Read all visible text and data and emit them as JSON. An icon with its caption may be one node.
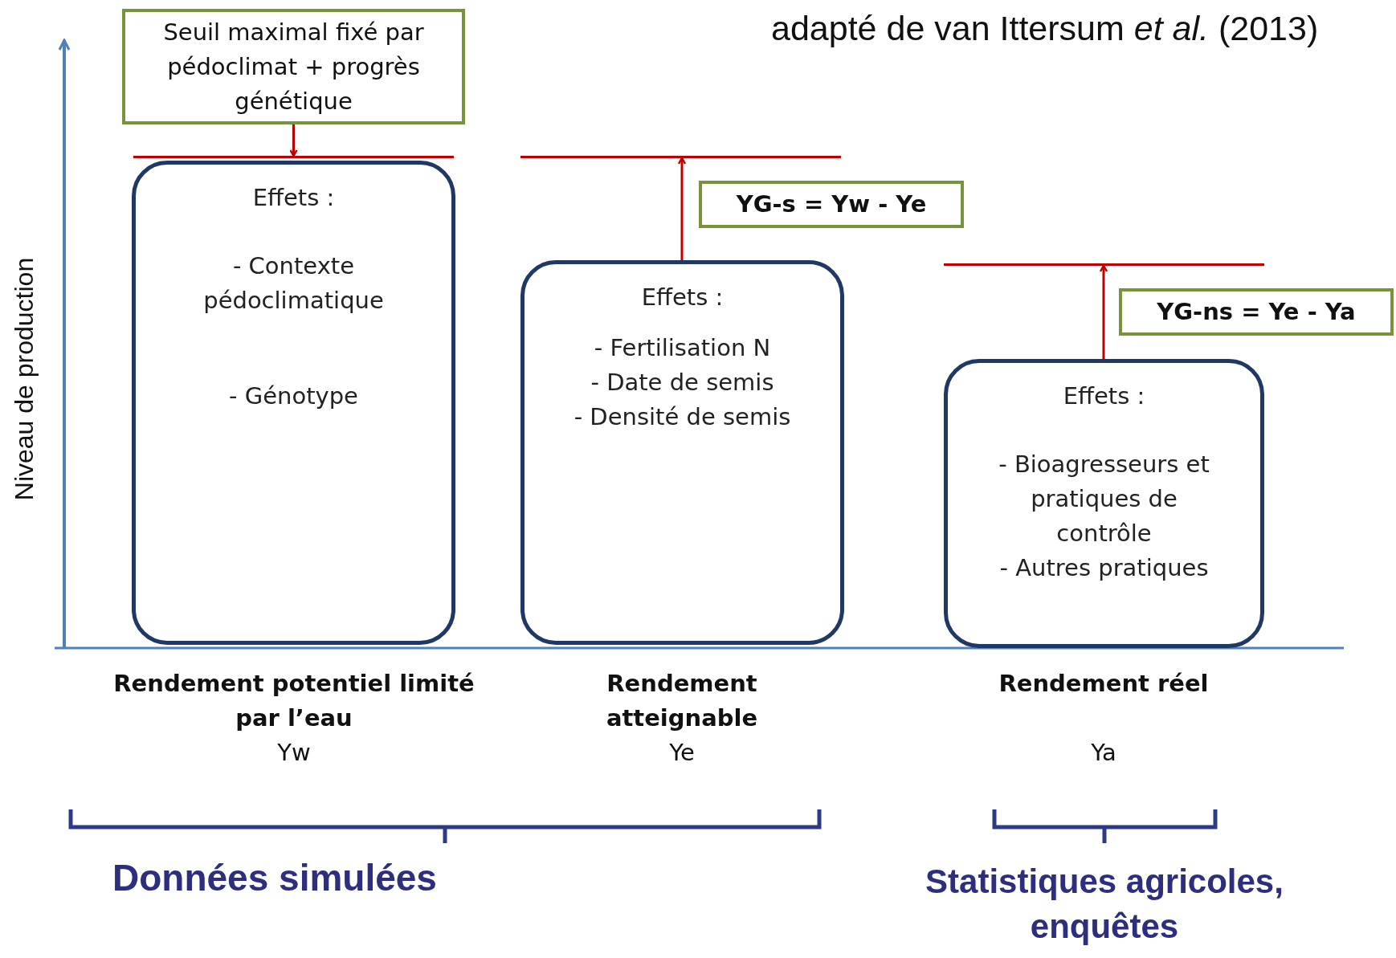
{
  "diagram": {
    "nodes": [
      {
        "text": [
          "Seuil maximal fixé par pédoclimat + progrès génétique"
        ]
      },
      {
        "text": [
          "Effets :",
          "- Contexte pédoclimatique",
          "- Génotype"
        ],
        "beside": [
          "Rendement potentiel limité par l’eau",
          "Yw"
        ]
      },
      {
        "text": [],
        "shape": "line"
      },
      {
        "text": [
          "Effets :",
          "- Fertilisation N",
          "- Date de semis",
          "- Densité de semis"
        ],
        "beside": [
          "Rendement atteignable",
          "Ye"
        ]
      },
      {
        "text": [],
        "shape": "line"
      },
      {
        "text": [
          "YG-s = Yw - Ye"
        ]
      },
      {
        "text": [
          "Effets :",
          "- Bioagresseurs et pratiques de contrôle",
          "- Autres pratiques"
        ],
        "beside": [
          "Rendement réel",
          "Ya"
        ]
      },
      {
        "text": [],
        "shape": "line"
      },
      {
        "text": [
          "YG-ns = Ye - Ya"
        ]
      }
    ],
    "edges": [
      {
        "from": 0,
        "to": 2,
        "arrow": "to"
      },
      {
        "from": 3,
        "to": 4,
        "arrow": "to"
      },
      {
        "from": 6,
        "to": 7,
        "arrow": "to"
      }
    ],
    "labels": [
      "adapté de van Ittersum *et al.* (2013)",
      "Niveau de production",
      "Données simulées",
      "Statistiques agricoles, enquêtes"
    ]
  }
}
